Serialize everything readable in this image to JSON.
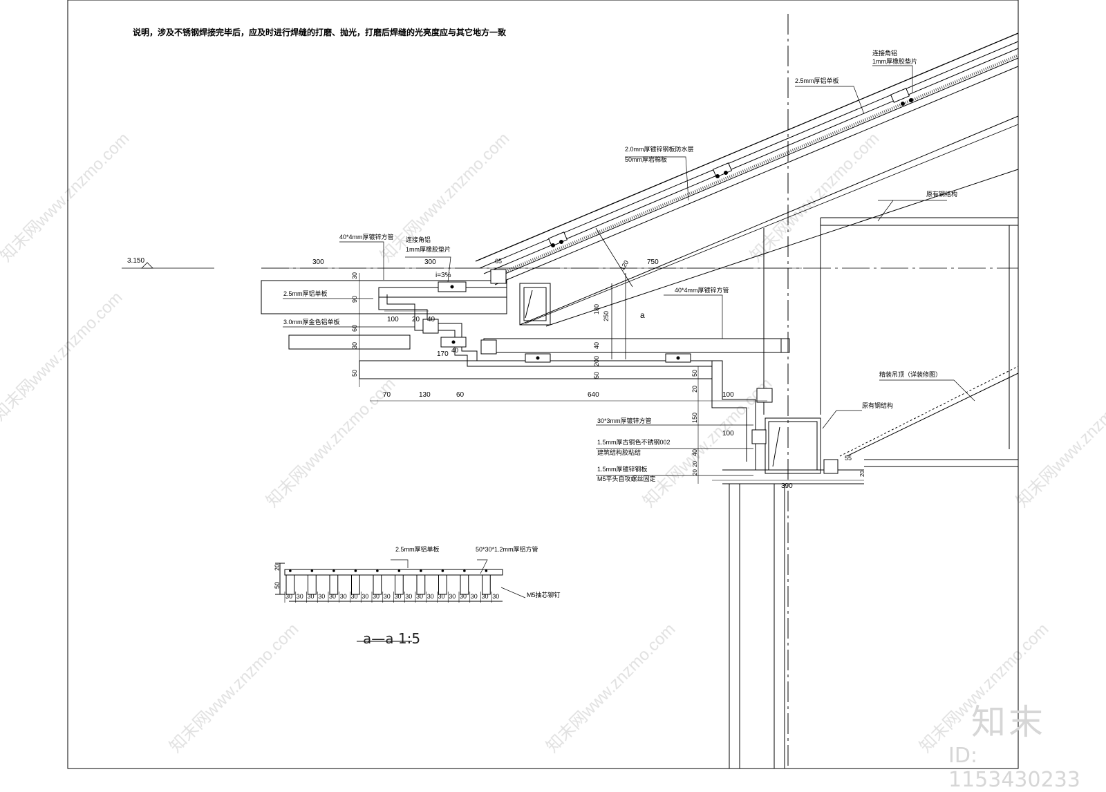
{
  "note": "说明，涉及不锈钢焊接完毕后，应及时进行焊缝的打磨、抛光，打磨后焊缝的光亮度应与其它地方一致",
  "elevation": "3.150",
  "slope": "i=3%",
  "labels": {
    "lbl_25_top": "2.5mm厚铝单板",
    "lbl_conn_top": "连接角铝",
    "lbl_rubber_top": "1mm厚橡胶垫片",
    "lbl_galv_waterproof": "2.0mm厚镀锌钢板防水层",
    "lbl_rockwool": "50mm厚岩棉板",
    "lbl_steel_top": "原有钢结构",
    "lbl_40tube_left": "40*4mm厚镀锌方管",
    "lbl_conn_left": "连接角铝",
    "lbl_rubber_left": "1mm厚橡胶垫片",
    "lbl_25_left": "2.5mm厚铝单板",
    "lbl_30_left": "3.0mm厚金色铝单板",
    "lbl_40tube_right": "40*4mm厚镀锌方管",
    "lbl_ceiling": "精装吊顶（详装修图）",
    "lbl_steel_right": "原有钢结构",
    "lbl_30tube": "30*3mm厚镀锌方管",
    "lbl_ss": "1.5mm厚古铜色不锈钢002",
    "lbl_glue": "建筑结构胶粘结",
    "lbl_galv_plate": "1.5mm厚镀锌钢板",
    "lbl_m5": "M5平头自攻螺丝固定",
    "sec_25": "2.5mm厚铝单板",
    "sec_tube": "50*30*1.2mm厚铝方管",
    "sec_rivet": "M5抽芯铆钉"
  },
  "dims": {
    "top": [
      "300",
      "300",
      "65",
      "750"
    ],
    "bottom": [
      "70",
      "130",
      "60",
      "640",
      "100"
    ],
    "mid": [
      "100",
      "20",
      "40",
      "170",
      "40",
      "100",
      "390",
      "55"
    ],
    "vertical_left": [
      "30",
      "90",
      "60",
      "30",
      "50"
    ],
    "vertical_mid": [
      "120",
      "180",
      "250",
      "40",
      "200",
      "50"
    ],
    "vertical_right": [
      "50",
      "20",
      "150",
      "40",
      "20",
      "20",
      "20"
    ],
    "section_cells": [
      "30",
      "30",
      "30",
      "30",
      "30",
      "30",
      "30",
      "30",
      "30",
      "30",
      "30",
      "30",
      "30",
      "30",
      "30",
      "30",
      "30",
      "30",
      "30",
      "30"
    ],
    "section_vert": [
      "20",
      "50"
    ]
  },
  "section_mark": "a",
  "section_title": "a—a 1:5",
  "watermark": {
    "site": "知末网www.znzmo.com",
    "logo": "知末",
    "id": "ID: 1153430233"
  }
}
